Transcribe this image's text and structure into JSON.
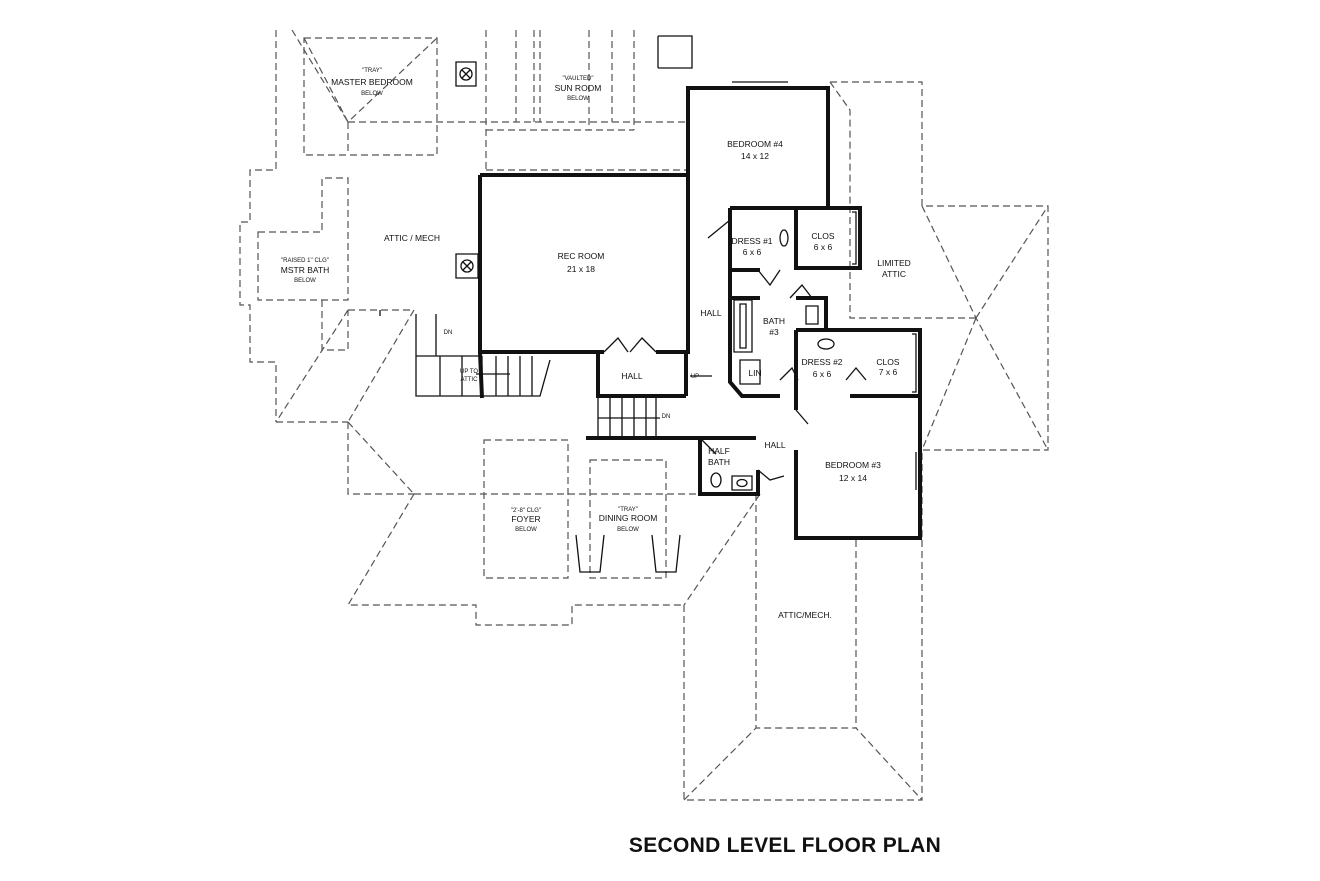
{
  "title": "SECOND LEVEL FLOOR PLAN",
  "labels": {
    "master_tray": "\"TRAY\"",
    "master_bedroom": "MASTER BEDROOM",
    "master_below": "BELOW",
    "sun_vaulted": "\"VAULTED\"",
    "sun_room": "SUN ROOM",
    "sun_below": "BELOW",
    "attic_mech": "ATTIC / MECH",
    "mstr_raised": "\"RAISED 1'' CLG\"",
    "mstr_bath": "MSTR BATH",
    "mstr_below": "BELOW",
    "rec_room": "REC ROOM",
    "rec_size": "21 x 18",
    "bedroom4": "BEDROOM #4",
    "bedroom4_size": "14 x 12",
    "dress1": "DRESS #1",
    "dress1_size": "6 x 6",
    "clos1": "CLOS",
    "clos1_size": "6 x 6",
    "limited": "LIMITED",
    "attic": "ATTIC",
    "hall_1": "HALL",
    "bath3": "BATH",
    "bath3_num": "#3",
    "lin": "LIN",
    "dress2": "DRESS #2",
    "dress2_size": "6 x 6",
    "clos2": "CLOS",
    "clos2_size": "7 x 6",
    "hall_2": "HALL",
    "up_to": "UP TO",
    "attic_small": "ATTIC",
    "dn_1": "DN",
    "up": "UP",
    "dn_2": "DN",
    "hall_3": "HALL",
    "half": "HALF",
    "bath": "BATH",
    "bedroom3": "BEDROOM #3",
    "bedroom3_size": "12 x 14",
    "foyer_clg": "\"2'-8\" CLG\"",
    "foyer": "FOYER",
    "foyer_below": "BELOW",
    "dining_tray": "\"TRAY\"",
    "dining_room": "DINING ROOM",
    "dining_below": "BELOW",
    "attic_mech2": "ATTIC/MECH."
  }
}
